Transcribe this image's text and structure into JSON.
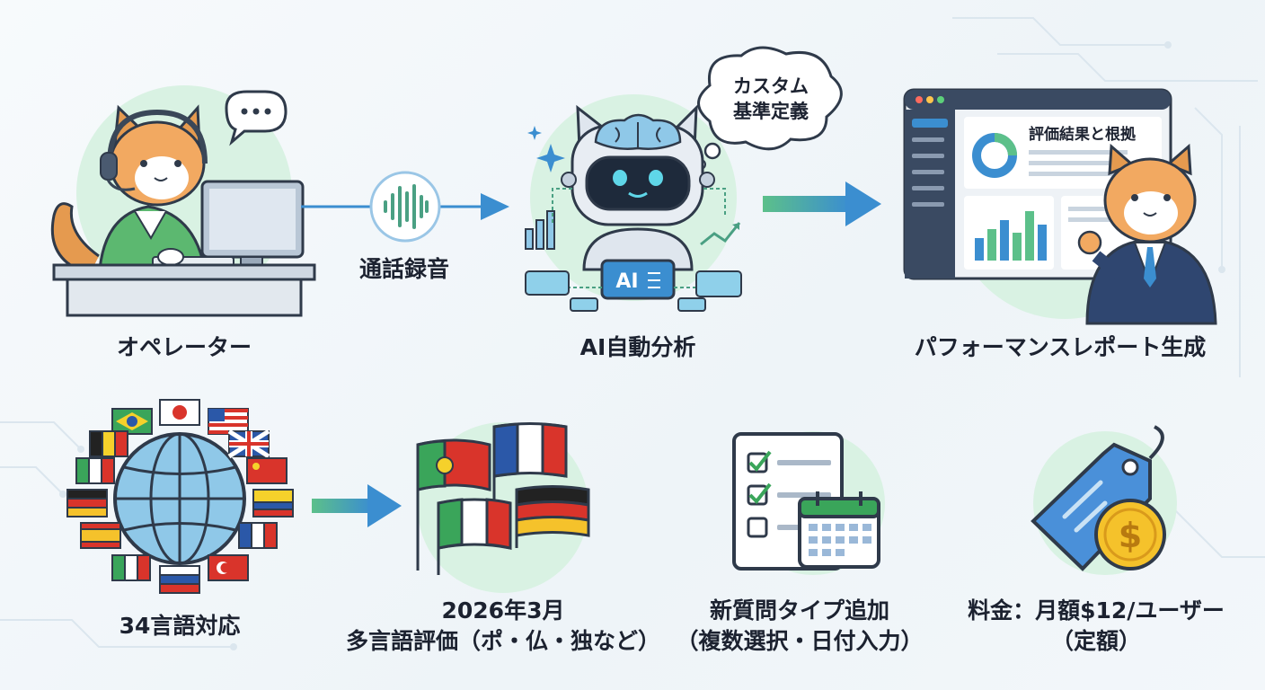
{
  "top": {
    "operator": {
      "label": "オペレーター"
    },
    "recording": {
      "label": "通話録音"
    },
    "ai": {
      "label": "AI自動分析",
      "chip": "AI",
      "thought_line1": "カスタム",
      "thought_line2": "基準定義"
    },
    "report": {
      "label": "パフォーマンスレポート生成",
      "panel_title": "評価結果と根拠"
    }
  },
  "bottom": {
    "languages": {
      "label": "34言語対応"
    },
    "multilingual": {
      "line1": "2026年3月",
      "line2": "多言語評価（ポ・仏・独など）"
    },
    "question_types": {
      "line1": "新質問タイプ追加",
      "line2": "（複数選択・日付入力）"
    },
    "pricing": {
      "line1": "料金：月額$12/ユーザー",
      "line2": "（定額）",
      "coin_symbol": "$"
    }
  },
  "colors": {
    "accent_blue": "#3b8ed0",
    "accent_green": "#5cc08a",
    "circle_bg": "#d9f2e3"
  }
}
